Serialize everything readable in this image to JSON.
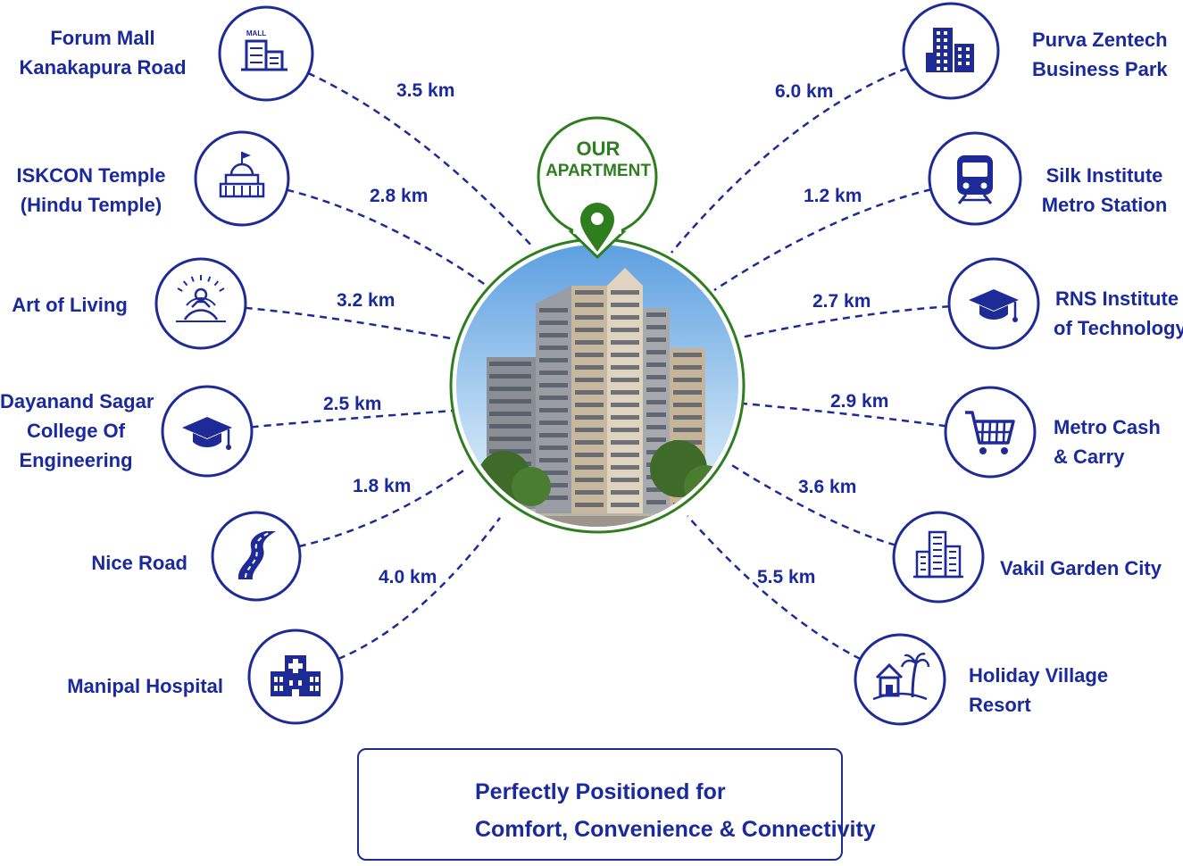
{
  "center": {
    "badge_line1": "OUR",
    "badge_line2": "APARTMENT",
    "accent_green": "#2e7d1f",
    "accent_blue": "#1e2b96"
  },
  "places": [
    {
      "name_lines": [
        "Forum Mall",
        "Kanakapura Road"
      ],
      "distance": "3.5 km",
      "icon": "mall-icon",
      "icon_text": "MALL"
    },
    {
      "name_lines": [
        "ISKCON Temple",
        "(Hindu Temple)"
      ],
      "distance": "2.8 km",
      "icon": "temple-icon"
    },
    {
      "name_lines": [
        "Art of Living"
      ],
      "distance": "3.2 km",
      "icon": "meditation-icon"
    },
    {
      "name_lines": [
        "Dayanand Sagar",
        "College Of",
        "Engineering"
      ],
      "distance": "2.5 km",
      "icon": "graduation-cap-icon"
    },
    {
      "name_lines": [
        "Nice Road"
      ],
      "distance": "1.8 km",
      "icon": "road-icon"
    },
    {
      "name_lines": [
        "Manipal Hospital"
      ],
      "distance": "4.0 km",
      "icon": "hospital-icon"
    },
    {
      "name_lines": [
        "Purva Zentech",
        "Business Park"
      ],
      "distance": "6.0 km",
      "icon": "business-park-icon"
    },
    {
      "name_lines": [
        "Silk Institute",
        "Metro Station"
      ],
      "distance": "1.2 km",
      "icon": "metro-train-icon"
    },
    {
      "name_lines": [
        "RNS Institute",
        "of Technology"
      ],
      "distance": "2.7 km",
      "icon": "graduation-cap-icon"
    },
    {
      "name_lines": [
        "Metro Cash",
        "& Carry"
      ],
      "distance": "2.9 km",
      "icon": "shopping-cart-icon"
    },
    {
      "name_lines": [
        "Vakil Garden City"
      ],
      "distance": "3.6 km",
      "icon": "city-buildings-icon"
    },
    {
      "name_lines": [
        "Holiday Village",
        "Resort"
      ],
      "distance": "5.5 km",
      "icon": "resort-icon"
    }
  ],
  "footer": {
    "line1": "Perfectly Positioned for",
    "line2": "Comfort, Convenience & Connectivity",
    "icon": "location-pin-icon"
  }
}
